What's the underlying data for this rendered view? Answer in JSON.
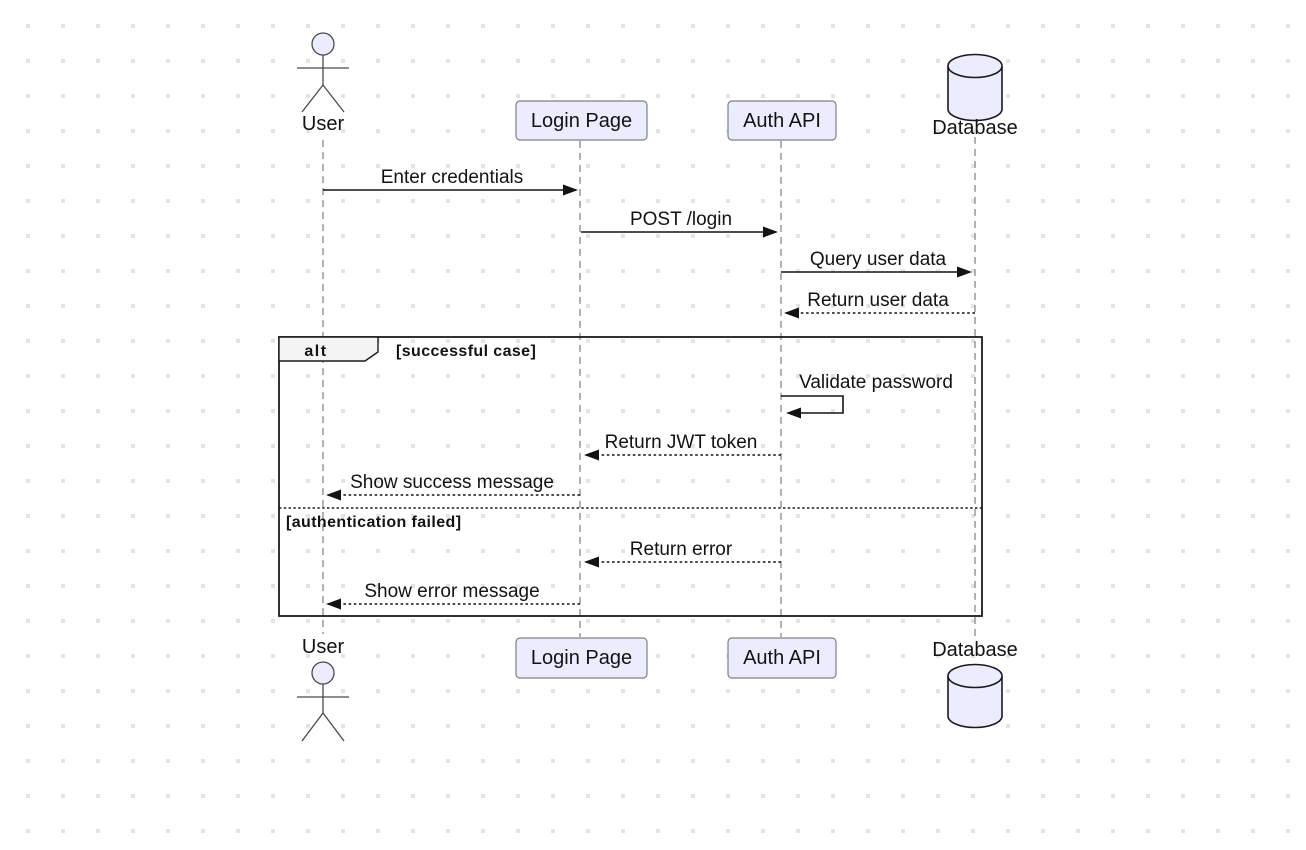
{
  "diagram": {
    "type": "sequence-diagram",
    "actors": [
      {
        "id": "user",
        "label": "User",
        "kind": "actor"
      },
      {
        "id": "login-page",
        "label": "Login Page",
        "kind": "participant"
      },
      {
        "id": "auth-api",
        "label": "Auth API",
        "kind": "participant"
      },
      {
        "id": "database",
        "label": "Database",
        "kind": "database"
      }
    ],
    "messages": [
      {
        "from": "User",
        "to": "Login Page",
        "label": "Enter credentials",
        "line": "solid"
      },
      {
        "from": "Login Page",
        "to": "Auth API",
        "label": "POST /login",
        "line": "solid"
      },
      {
        "from": "Auth API",
        "to": "Database",
        "label": "Query user data",
        "line": "solid"
      },
      {
        "from": "Database",
        "to": "Auth API",
        "label": "Return user data",
        "line": "dotted"
      },
      {
        "from": "Auth API",
        "to": "Auth API",
        "label": "Validate password",
        "line": "solid-self"
      },
      {
        "from": "Auth API",
        "to": "Login Page",
        "label": "Return JWT token",
        "line": "dotted"
      },
      {
        "from": "Login Page",
        "to": "User",
        "label": "Show success message",
        "line": "dotted"
      },
      {
        "from": "Auth API",
        "to": "Login Page",
        "label": "Return error",
        "line": "dotted"
      },
      {
        "from": "Login Page",
        "to": "User",
        "label": "Show error message",
        "line": "dotted"
      }
    ],
    "alt_frame": {
      "keyword": "alt",
      "branch_labels": [
        "[successful case]",
        "[authentication failed]"
      ]
    },
    "colors": {
      "participant_fill": "#ECECFF",
      "participant_border": "#808080",
      "frame_border": "#1b1b1b",
      "label_tab_fill": "#f4f4f4",
      "lifeline": "#888888",
      "text": "#131313",
      "background": "#ffffff",
      "background_dot": "#e4e4e4"
    }
  }
}
